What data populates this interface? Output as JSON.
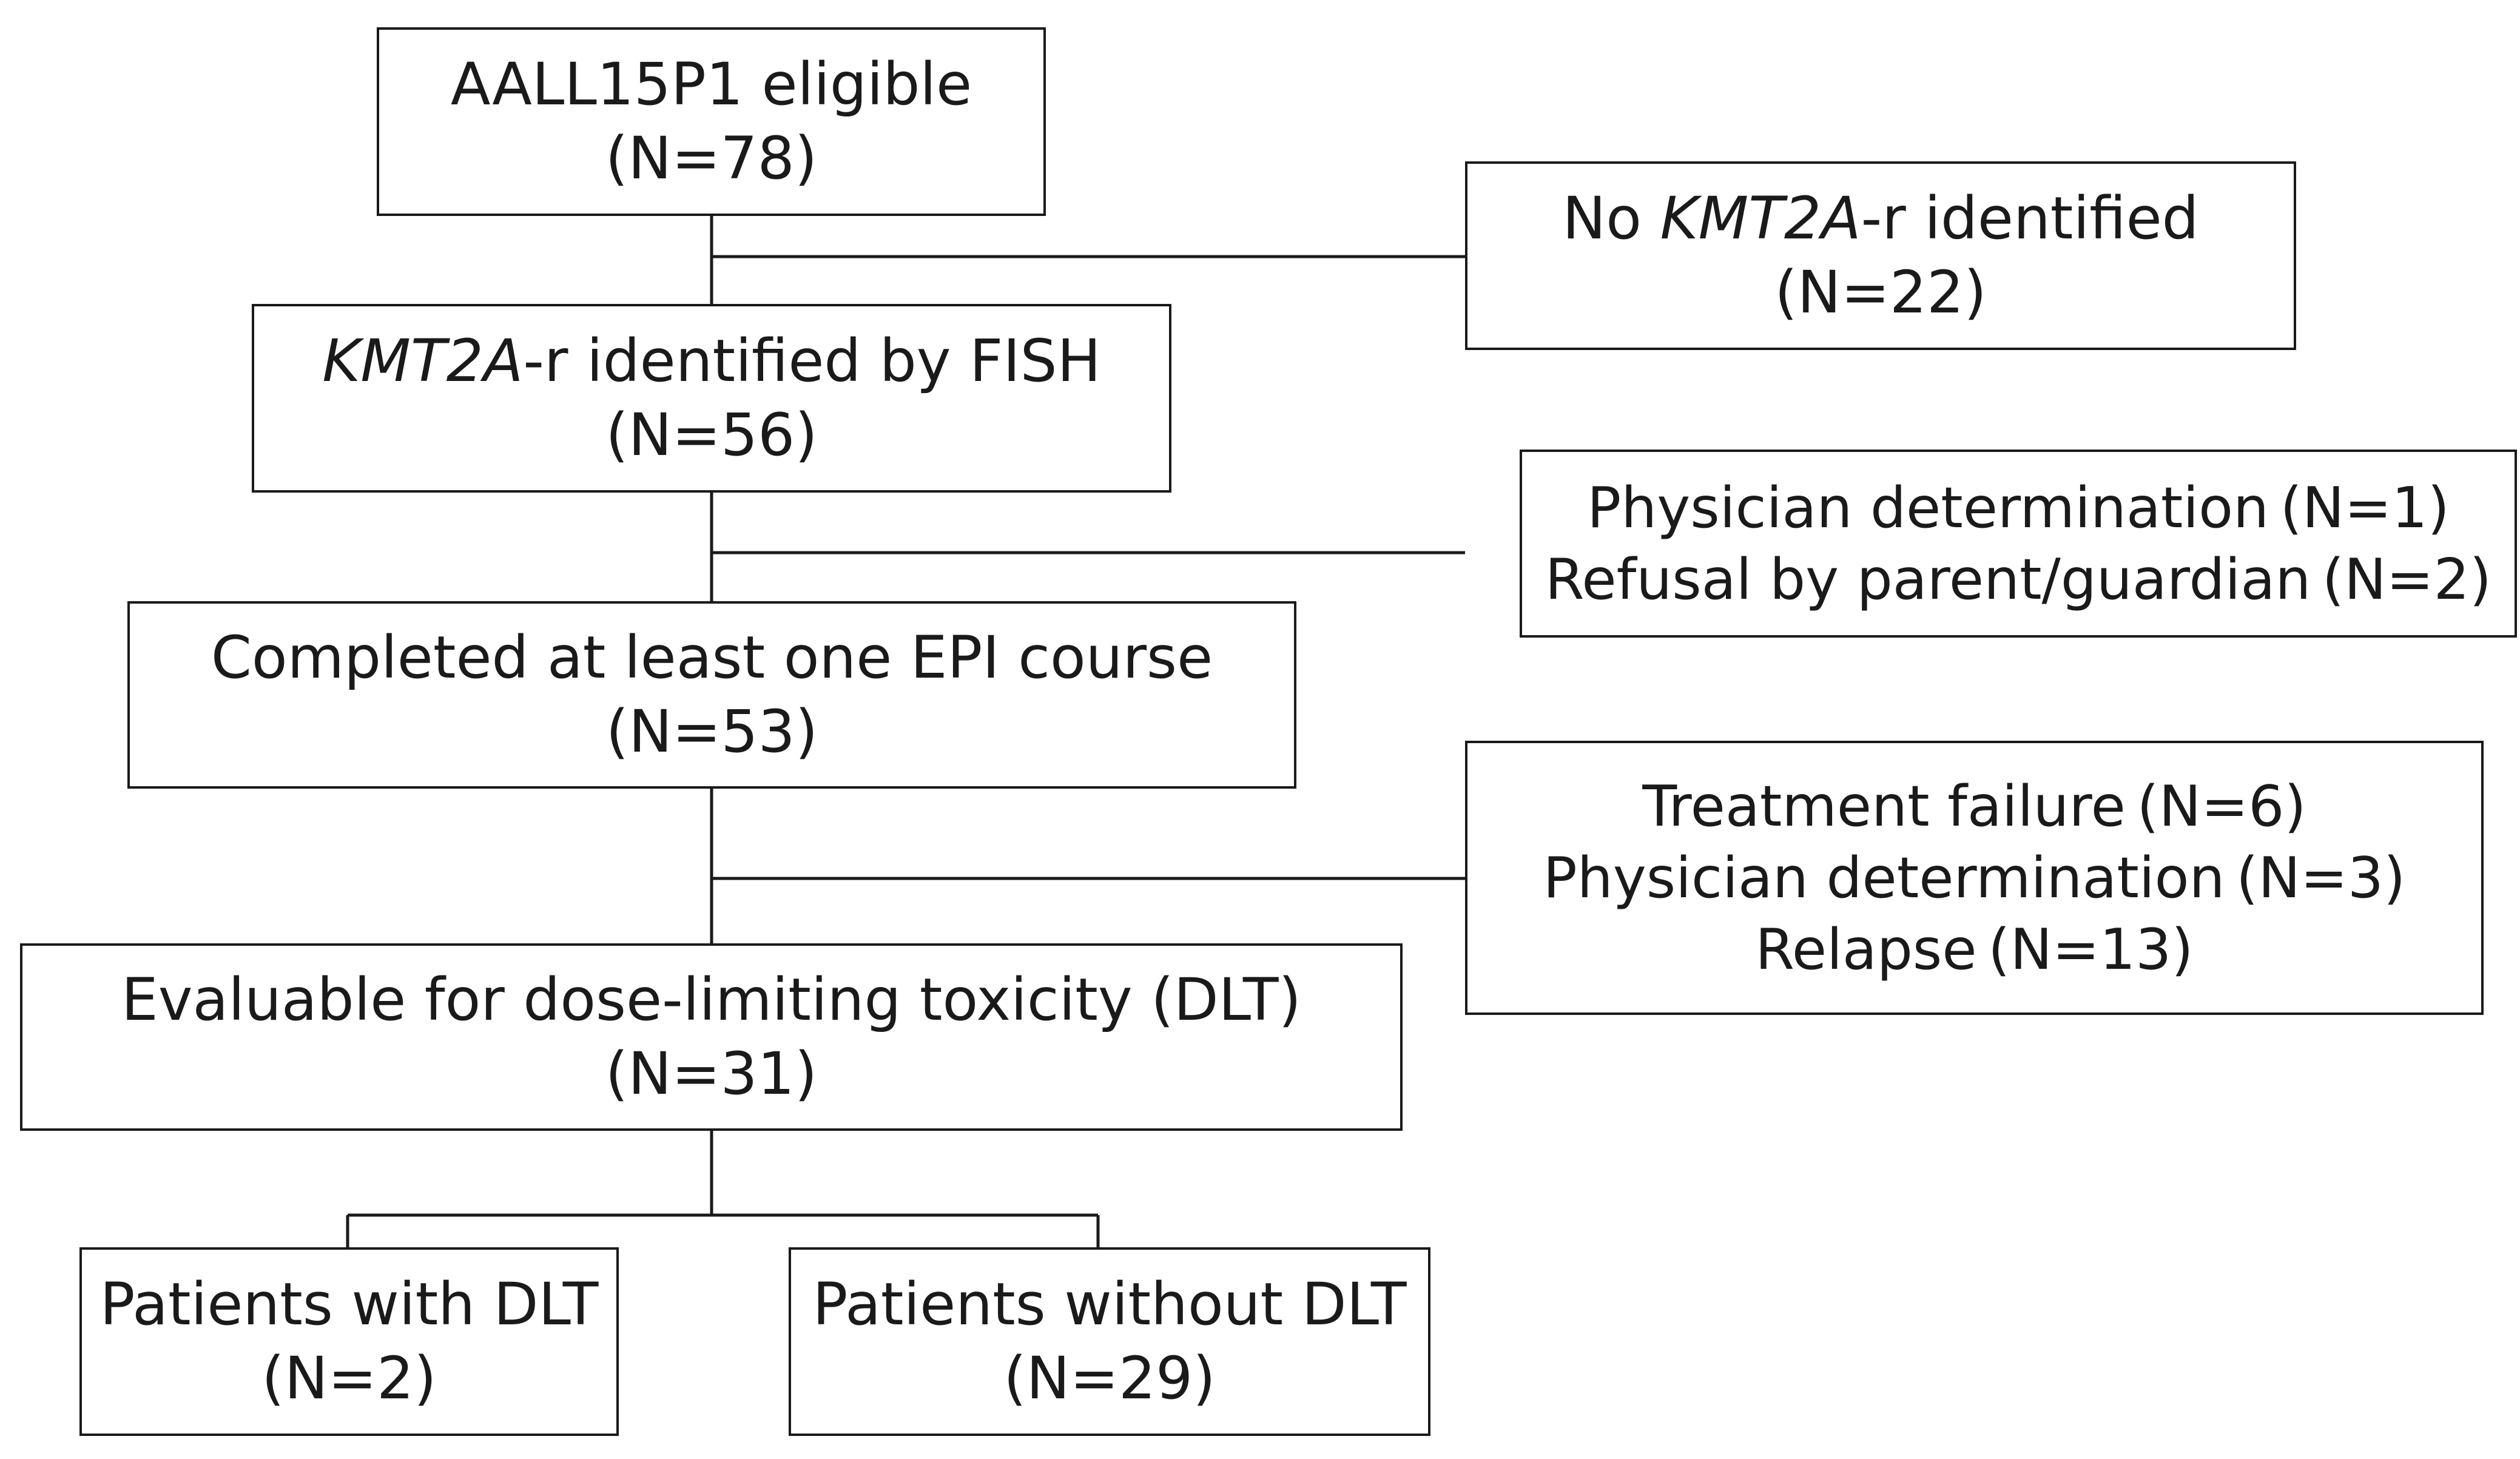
{
  "boxes": {
    "eligible": {
      "line1": "AALL15P1 eligible",
      "line2": "(N=78)"
    },
    "no_kmt": {
      "pre": "No ",
      "italic": "KMT2A",
      "post": "-r identified",
      "line2": "(N=22)"
    },
    "kmt": {
      "italic": "KMT2A",
      "post": "-r identified by FISH",
      "line2": "(N=56)"
    },
    "exclusion1": {
      "line1": "Physician determination (N=1)",
      "line2": "Refusal by parent/guardian (N=2)"
    },
    "epi": {
      "line1": "Completed at least one EPI course",
      "line2": "(N=53)"
    },
    "exclusion2": {
      "line1": "Treatment failure (N=6)",
      "line2": "Physician determination (N=3)",
      "line3": "Relapse (N=13)"
    },
    "dlt_eval": {
      "line1": "Evaluable for dose-limiting toxicity (DLT)",
      "line2": "(N=31)"
    },
    "with_dlt": {
      "line1": "Patients with DLT",
      "line2": "(N=2)"
    },
    "without_dlt": {
      "line1": "Patients without DLT",
      "line2": "(N=29)"
    }
  }
}
